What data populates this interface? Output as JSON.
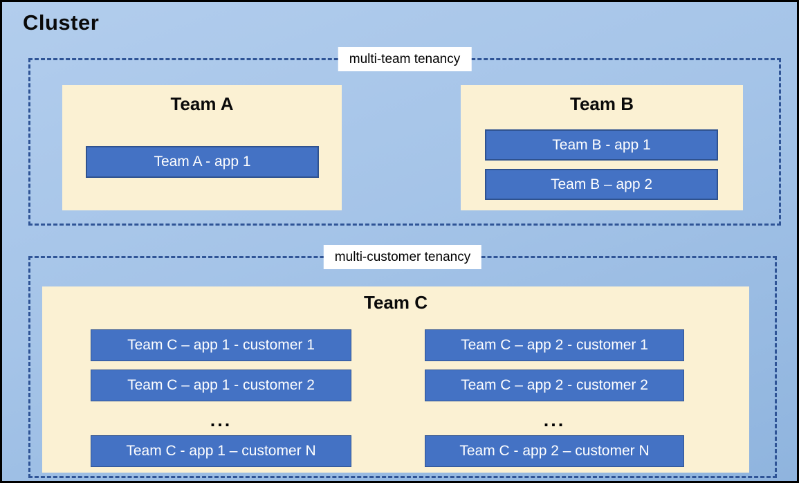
{
  "diagram": {
    "cluster_title": "Cluster",
    "colors": {
      "background_top": "#B2CDED",
      "background_bottom": "#8FB4DE",
      "outer_border": "#000000",
      "dashed_border": "#2F5496",
      "team_box_bg": "#FBF1D3",
      "app_box_bg": "#4472C4",
      "app_box_border": "#2F528F",
      "app_text": "#FFFFFF",
      "label_bg": "#FFFFFF",
      "title_text": "#000000"
    },
    "sections": {
      "0": {
        "label": "multi-team tenancy",
        "teams": {
          "0": {
            "name": "Team A",
            "apps": {
              "0": "Team A - app 1"
            }
          },
          "1": {
            "name": "Team B",
            "apps": {
              "0": "Team B - app 1",
              "1": "Team B – app 2"
            }
          }
        }
      },
      "1": {
        "label": "multi-customer tenancy",
        "teams": {
          "0": {
            "name": "Team C",
            "columns": {
              "0": {
                "apps": {
                  "0": "Team C – app 1 - customer 1",
                  "1": "Team C – app 1 - customer 2"
                },
                "ellipsis": "...",
                "last_app": "Team C - app 1 – customer N"
              },
              "1": {
                "apps": {
                  "0": "Team C – app 2 - customer 1",
                  "1": "Team C – app 2 - customer 2"
                },
                "ellipsis": "...",
                "last_app": "Team C - app 2 – customer N"
              }
            }
          }
        }
      }
    }
  }
}
